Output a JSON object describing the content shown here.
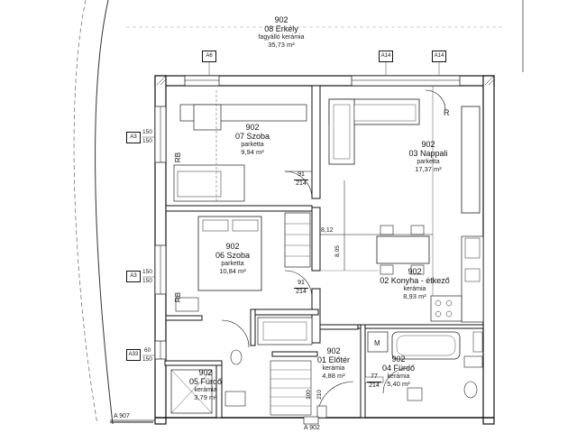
{
  "rooms": {
    "erkely": {
      "number": "902",
      "name": "08 Erkély",
      "material": "fagyálló kerámia",
      "area": "35,73 m²"
    },
    "szoba07": {
      "number": "902",
      "name": "07 Szoba",
      "material": "parketta",
      "area": "9,94 m²"
    },
    "nappali": {
      "number": "902",
      "name": "03 Nappali",
      "material": "parketta",
      "area": "17,37 m²"
    },
    "szoba06": {
      "number": "902",
      "name": "06 Szoba",
      "material": "parketta",
      "area": "10,84 m²"
    },
    "konyha": {
      "number": "902",
      "name": "02 Konyha - étkező",
      "material": "kerámia",
      "area": "8,93 m²"
    },
    "furdo05": {
      "number": "902",
      "name": "05 Fürdő",
      "material": "kerámia",
      "area": "3,79 m²"
    },
    "eloter": {
      "number": "902",
      "name": "01 Előtér",
      "material": "kerámia",
      "area": "4,88 m²"
    },
    "furdo04": {
      "number": "902",
      "name": "04 Fürdő",
      "material": "kerámia",
      "area": "5,40 m²"
    }
  },
  "markers": {
    "a6": "A6",
    "a14a": "A14",
    "a14b": "A14",
    "a3a": "A3",
    "a3b": "A3",
    "a33": "A33"
  },
  "wall_dims": {
    "d150_1": "150",
    "d150_2": "150",
    "d150_3": "150",
    "d150_4": "150",
    "d60": "60",
    "d150_5": "150"
  },
  "doors": {
    "door1": {
      "width": "91",
      "height": "214"
    },
    "door2": {
      "width": "91",
      "height": "214"
    },
    "door3": {
      "width": "77",
      "height": "214"
    }
  },
  "dims": {
    "d812": "8,12",
    "d805": "8,05",
    "d100": "100",
    "d210": "210"
  },
  "tags": {
    "rb1": "RB",
    "rb2": "RB",
    "r": "R",
    "m": "M"
  },
  "section": {
    "bottom": "A 902",
    "left": "A 907"
  }
}
